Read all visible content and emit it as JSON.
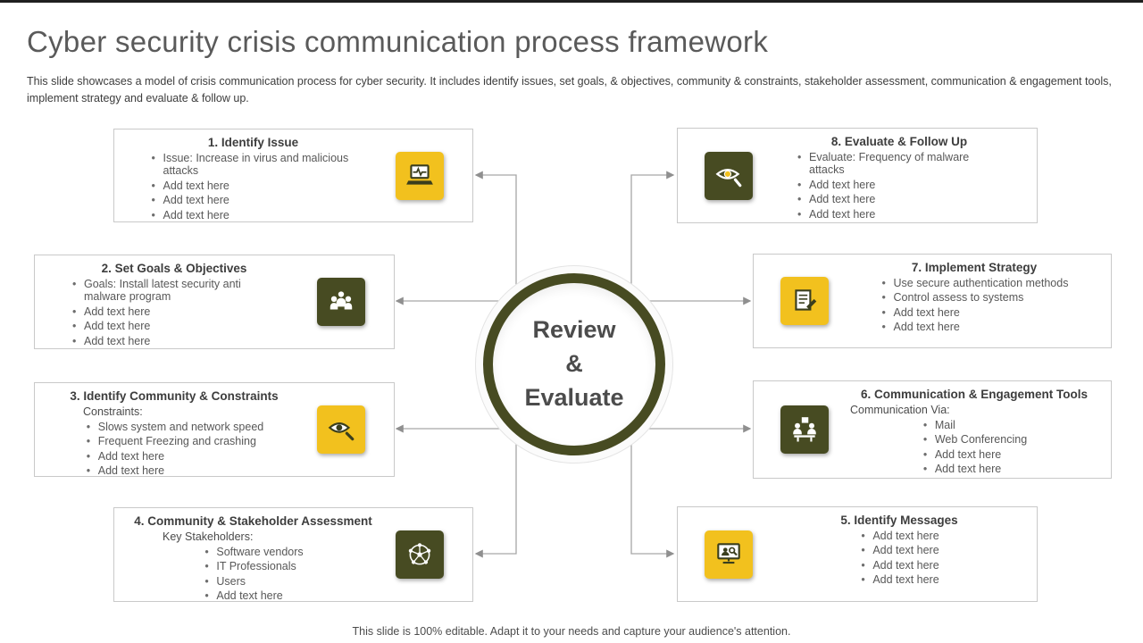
{
  "slide": {
    "title": "Cyber security crisis communication process framework",
    "description": "This slide showcases a model of crisis communication process for cyber security. It includes identify issues, set goals, & objectives, community & constraints, stakeholder assessment, communication & engagement tools, implement strategy and evaluate & follow up.",
    "footer": "This slide is 100% editable. Adapt it to your needs and capture your audience's attention."
  },
  "center": {
    "line1": "Review",
    "line2": "&",
    "line3": "Evaluate"
  },
  "colors": {
    "accent_yellow": "#F2C11E",
    "accent_olive": "#474B22",
    "box_border": "#C9C9C9",
    "connector_gray": "#A6A6A6",
    "title_gray": "#5A5A5A",
    "text_gray": "#585858"
  },
  "boxes": [
    {
      "num": "1",
      "title": "1. Identify Issue",
      "icon": "laptop-pulse-icon",
      "icon_color": "yellow",
      "bullets": [
        "Issue: Increase in virus and malicious attacks",
        "Add text here",
        "Add text here",
        "Add text here"
      ]
    },
    {
      "num": "2",
      "title": "2. Set Goals & Objectives",
      "icon": "team-goal-icon",
      "icon_color": "olive",
      "bullets": [
        "Goals: Install latest security anti malware program",
        "Add text here",
        "Add text here",
        "Add text here"
      ]
    },
    {
      "num": "3",
      "title": "3. Identify Community & Constraints",
      "icon": "eye-search-icon",
      "icon_color": "yellow",
      "label": "Constraints:",
      "bullets": [
        "Slows system and network speed",
        "Frequent Freezing and crashing",
        "Add text here",
        "Add text here"
      ]
    },
    {
      "num": "4",
      "title": "4. Community & Stakeholder Assessment",
      "icon": "network-nodes-icon",
      "icon_color": "olive",
      "label": "Key Stakeholders:",
      "bullets": [
        "Software vendors",
        "IT Professionals",
        "Users",
        "Add text here"
      ]
    },
    {
      "num": "5",
      "title": "5. Identify Messages",
      "icon": "monitor-search-icon",
      "icon_color": "yellow",
      "bullets": [
        "Add text here",
        "Add text here",
        "Add text here",
        "Add text here"
      ]
    },
    {
      "num": "6",
      "title": "6. Communication & Engagement Tools",
      "icon": "meeting-discussion-icon",
      "icon_color": "olive",
      "label": "Communication Via:",
      "bullets": [
        "Mail",
        "Web Conferencing",
        "Add text here",
        "Add text here"
      ]
    },
    {
      "num": "7",
      "title": "7. Implement Strategy",
      "icon": "document-edit-icon",
      "icon_color": "yellow",
      "bullets": [
        "Use secure authentication methods",
        "Control assess to systems",
        "Add text here",
        "Add text here"
      ]
    },
    {
      "num": "8",
      "title": "8. Evaluate & Follow Up",
      "icon": "eye-review-icon",
      "icon_color": "olive",
      "bullets": [
        "Evaluate: Frequency of malware attacks",
        "Add text here",
        "Add text here",
        "Add text here"
      ]
    }
  ]
}
